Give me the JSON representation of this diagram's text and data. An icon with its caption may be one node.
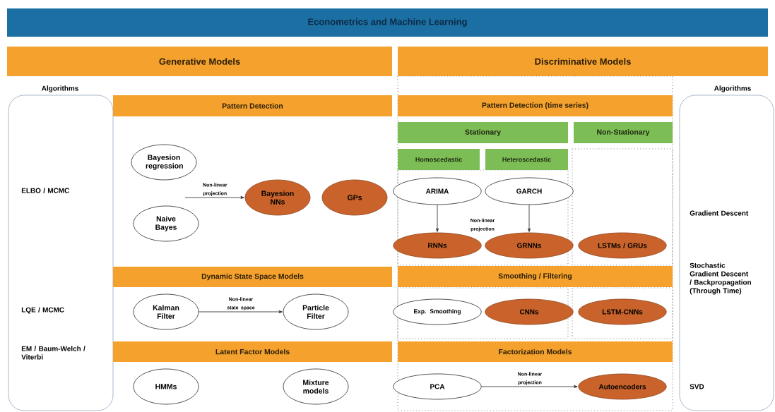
{
  "diagram": {
    "nodes": [
      {
        "text": [
          "Econometrics and Machine Learning"
        ]
      },
      {
        "text": [
          "Generative Models"
        ]
      },
      {
        "text": [
          "Discriminative Models"
        ]
      },
      {
        "text": [
          "Algorithms",
          "ELBO / MCMC",
          "LQE / MCMC",
          "EM / Baum-Welch / Viterbi"
        ]
      },
      {
        "text": [
          "Pattern Detection"
        ]
      },
      {
        "text": [
          "Bayesion regression"
        ]
      },
      {
        "text": [
          "Naive Bayes"
        ]
      },
      {
        "text": [
          "Bayesion NNs"
        ]
      },
      {
        "text": [
          "GPs"
        ]
      },
      {
        "text": [
          "Dynamic State Space Models"
        ]
      },
      {
        "text": [
          "Kalman Filter"
        ]
      },
      {
        "text": [
          "Particle Filter"
        ]
      },
      {
        "text": [
          "Latent Factor Models"
        ]
      },
      {
        "text": [
          "HMMs"
        ]
      },
      {
        "text": [
          "Mixture models"
        ]
      },
      {
        "text": [
          "Pattern Detection (time series)"
        ]
      },
      {
        "text": [
          "Stationary"
        ]
      },
      {
        "text": [
          "Non-Stationary"
        ]
      },
      {
        "text": [
          "Homoscedastic"
        ]
      },
      {
        "text": [
          "Heteroscedastic"
        ]
      },
      {
        "text": [
          "ARIMA"
        ]
      },
      {
        "text": [
          "GARCH"
        ]
      },
      {
        "text": [
          "RNNs"
        ]
      },
      {
        "text": [
          "GRNNs"
        ]
      },
      {
        "text": [
          "LSTMs / GRUs"
        ]
      },
      {
        "text": [
          "Smoothing / Filtering"
        ]
      },
      {
        "text": [
          "Exp. Smoothing"
        ]
      },
      {
        "text": [
          "CNNs"
        ]
      },
      {
        "text": [
          "LSTM-CNNs"
        ]
      },
      {
        "text": [
          "Factorization Models"
        ]
      },
      {
        "text": [
          "PCA"
        ]
      },
      {
        "text": [
          "Autoencoders"
        ]
      },
      {
        "text": [
          "Algorithms",
          "Gradient Descent",
          "Stochastic Gradient Descent / Backpropagation (Through Time)",
          "SVD"
        ]
      }
    ],
    "edges": [
      {
        "from": null,
        "to": 7,
        "arrow": "to",
        "label": "Non-linear projection"
      },
      {
        "from": 10,
        "to": 11,
        "arrow": "to",
        "label": "Non-linear state space"
      },
      {
        "from": 20,
        "to": 22,
        "arrow": "to"
      },
      {
        "from": 21,
        "to": 23,
        "arrow": "to"
      },
      {
        "from": 30,
        "to": 31,
        "arrow": "to",
        "label": "Non-linear projection"
      }
    ],
    "labels": [
      "Non-linear projection"
    ]
  }
}
